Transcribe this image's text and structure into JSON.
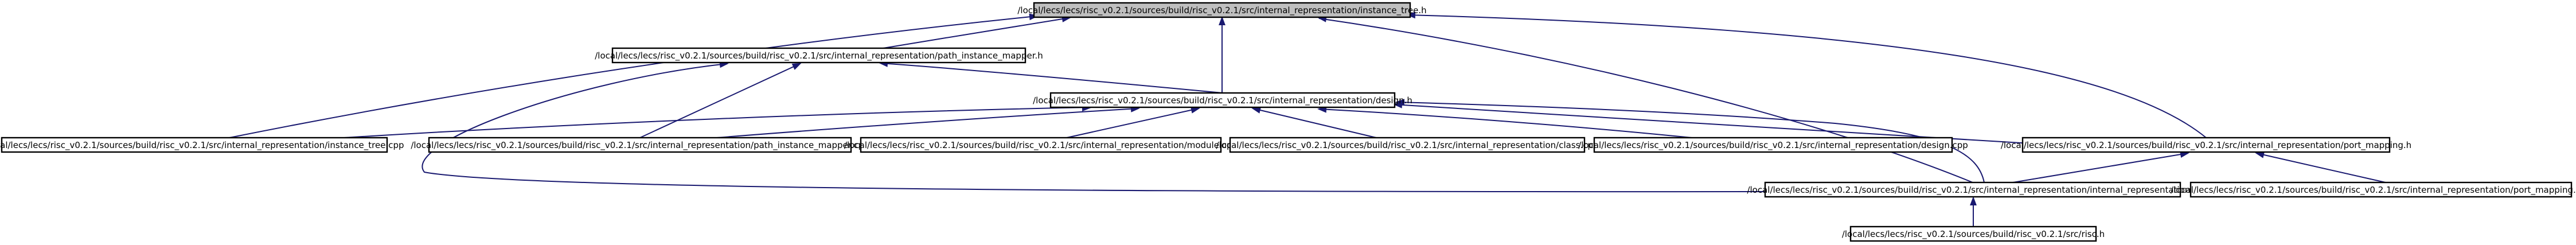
{
  "diagram": {
    "type": "include-dependency-graph",
    "nodes": [
      {
        "id": "instance_tree_h",
        "label": "/local/lecs/lecs/risc_v0.2.1/sources/build/risc_v0.2.1/src/internal_representation/instance_tree.h",
        "root": true
      },
      {
        "id": "path_instance_mapper_h",
        "label": "/local/lecs/lecs/risc_v0.2.1/sources/build/risc_v0.2.1/src/internal_representation/path_instance_mapper.h"
      },
      {
        "id": "design_h",
        "label": "/local/lecs/lecs/risc_v0.2.1/sources/build/risc_v0.2.1/src/internal_representation/design.h"
      },
      {
        "id": "instance_tree_cpp",
        "label": "/local/lecs/lecs/risc_v0.2.1/sources/build/risc_v0.2.1/src/internal_representation/instance_tree.cpp"
      },
      {
        "id": "path_instance_mapper_cpp",
        "label": "/local/lecs/lecs/risc_v0.2.1/sources/build/risc_v0.2.1/src/internal_representation/path_instance_mapper.cpp"
      },
      {
        "id": "module_cpp",
        "label": "/local/lecs/lecs/risc_v0.2.1/sources/build/risc_v0.2.1/src/internal_representation/module.cpp"
      },
      {
        "id": "class_cpp",
        "label": "/local/lecs/lecs/risc_v0.2.1/sources/build/risc_v0.2.1/src/internal_representation/class.cpp"
      },
      {
        "id": "design_cpp",
        "label": "/local/lecs/lecs/risc_v0.2.1/sources/build/risc_v0.2.1/src/internal_representation/design.cpp"
      },
      {
        "id": "port_mapping_h",
        "label": "/local/lecs/lecs/risc_v0.2.1/sources/build/risc_v0.2.1/src/internal_representation/port_mapping.h"
      },
      {
        "id": "internal_representation_h",
        "label": "/local/lecs/lecs/risc_v0.2.1/sources/build/risc_v0.2.1/src/internal_representation/internal_representation.h"
      },
      {
        "id": "port_mapping_cpp",
        "label": "/local/lecs/lecs/risc_v0.2.1/sources/build/risc_v0.2.1/src/internal_representation/port_mapping.cpp"
      },
      {
        "id": "risc_h",
        "label": "/local/lecs/lecs/risc_v0.2.1/sources/build/risc_v0.2.1/src/risc.h"
      }
    ],
    "edges": [
      {
        "from": "path_instance_mapper_h",
        "to": "instance_tree_h"
      },
      {
        "from": "design_h",
        "to": "instance_tree_h"
      },
      {
        "from": "instance_tree_cpp",
        "to": "instance_tree_h"
      },
      {
        "from": "internal_representation_h",
        "to": "instance_tree_h"
      },
      {
        "from": "port_mapping_h",
        "to": "instance_tree_h"
      },
      {
        "from": "design_h",
        "to": "path_instance_mapper_h"
      },
      {
        "from": "path_instance_mapper_cpp",
        "to": "path_instance_mapper_h"
      },
      {
        "from": "internal_representation_h",
        "to": "path_instance_mapper_h"
      },
      {
        "from": "instance_tree_cpp",
        "to": "design_h"
      },
      {
        "from": "path_instance_mapper_cpp",
        "to": "design_h"
      },
      {
        "from": "module_cpp",
        "to": "design_h"
      },
      {
        "from": "class_cpp",
        "to": "design_h"
      },
      {
        "from": "design_cpp",
        "to": "design_h"
      },
      {
        "from": "port_mapping_h",
        "to": "design_h"
      },
      {
        "from": "internal_representation_h",
        "to": "design_h"
      },
      {
        "from": "internal_representation_h",
        "to": "port_mapping_h"
      },
      {
        "from": "port_mapping_cpp",
        "to": "port_mapping_h"
      },
      {
        "from": "risc_h",
        "to": "internal_representation_h"
      }
    ]
  }
}
